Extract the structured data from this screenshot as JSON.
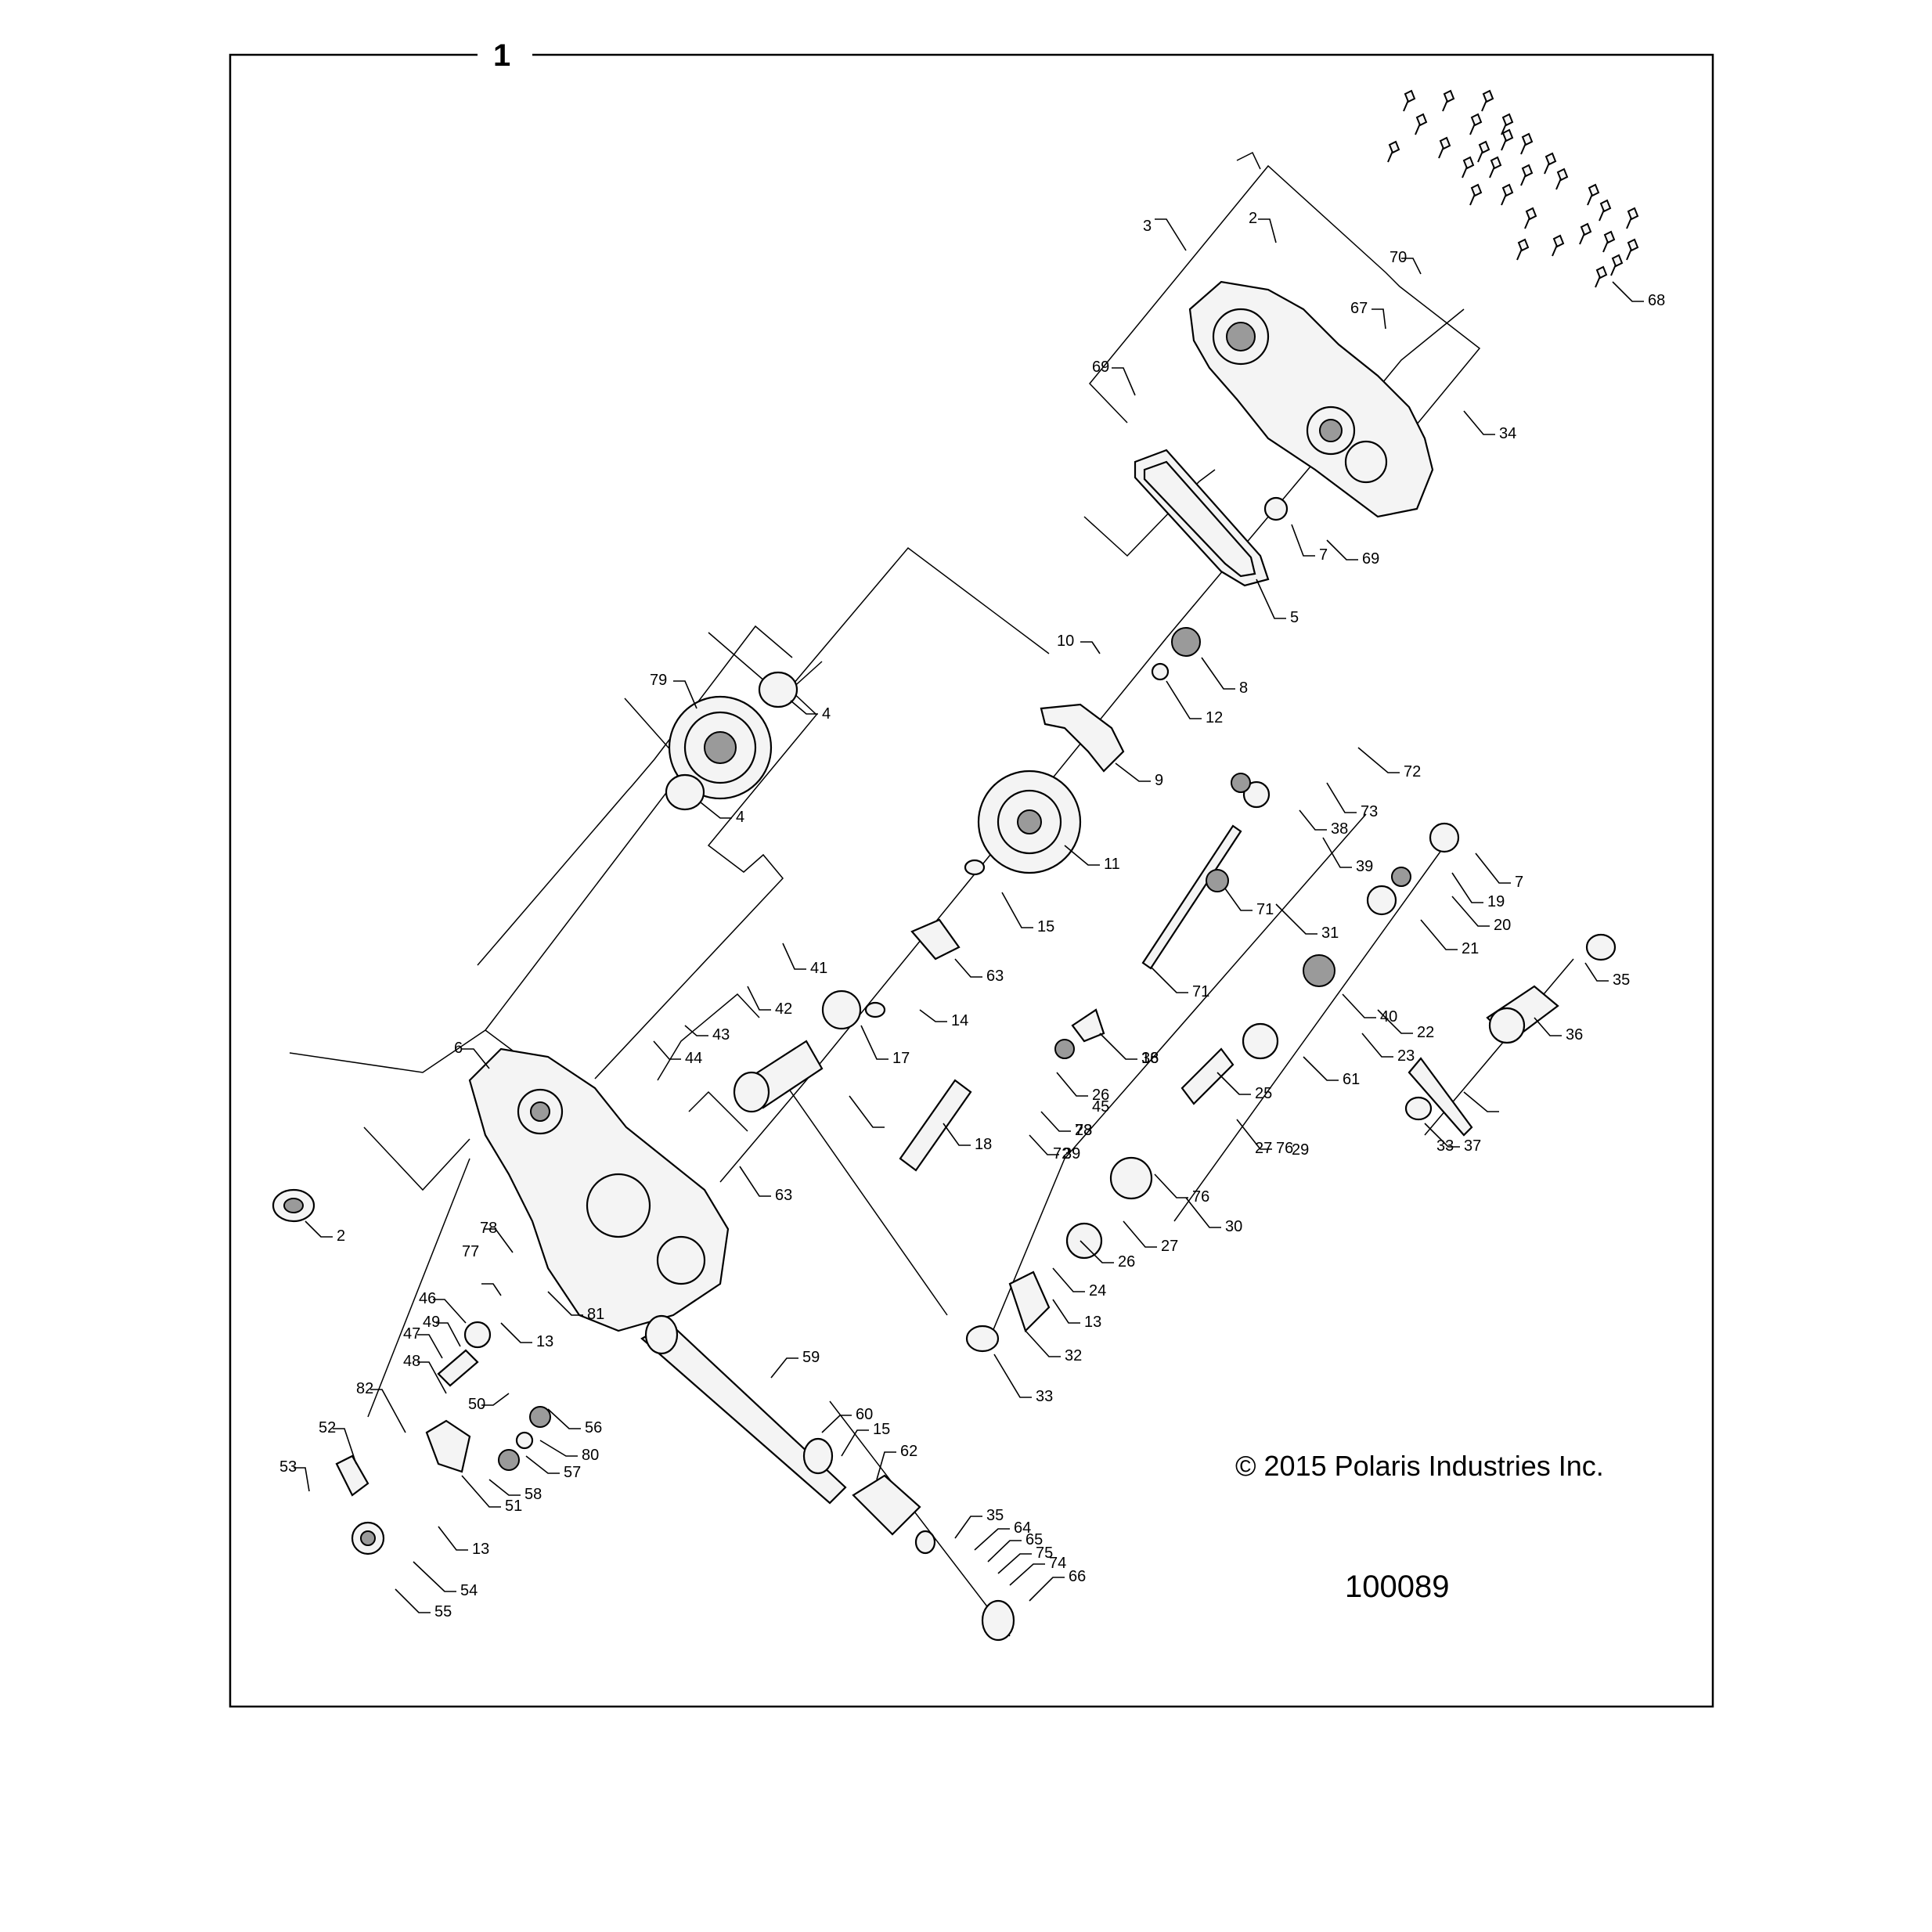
{
  "diagram": {
    "assembly_number": "1",
    "copyright": "© 2015 Polaris Industries Inc.",
    "reference_number": "100089",
    "colors": {
      "ink": "#000000",
      "paper": "#ffffff"
    },
    "callouts": [
      {
        "id": "c2a",
        "label": "2"
      },
      {
        "id": "c3",
        "label": "3"
      },
      {
        "id": "c70",
        "label": "70"
      },
      {
        "id": "c67",
        "label": "67"
      },
      {
        "id": "c68",
        "label": "68"
      },
      {
        "id": "c69a",
        "label": "69"
      },
      {
        "id": "c34",
        "label": "34"
      },
      {
        "id": "c69b",
        "label": "69"
      },
      {
        "id": "c7a",
        "label": "7"
      },
      {
        "id": "c5",
        "label": "5"
      },
      {
        "id": "c10",
        "label": "10"
      },
      {
        "id": "c8",
        "label": "8"
      },
      {
        "id": "c12",
        "label": "12"
      },
      {
        "id": "c79",
        "label": "79"
      },
      {
        "id": "c4a",
        "label": "4"
      },
      {
        "id": "c4b",
        "label": "4"
      },
      {
        "id": "c9",
        "label": "9"
      },
      {
        "id": "c72a",
        "label": "72"
      },
      {
        "id": "c73a",
        "label": "73"
      },
      {
        "id": "c39a",
        "label": "39"
      },
      {
        "id": "c11",
        "label": "11"
      },
      {
        "id": "c38a",
        "label": "38"
      },
      {
        "id": "c7b",
        "label": "7"
      },
      {
        "id": "c19",
        "label": "19"
      },
      {
        "id": "c20",
        "label": "20"
      },
      {
        "id": "c15a",
        "label": "15"
      },
      {
        "id": "c71a",
        "label": "71"
      },
      {
        "id": "c31",
        "label": "31"
      },
      {
        "id": "c21",
        "label": "21"
      },
      {
        "id": "c63a",
        "label": "63"
      },
      {
        "id": "c71b",
        "label": "71"
      },
      {
        "id": "c22",
        "label": "22"
      },
      {
        "id": "c23",
        "label": "23"
      },
      {
        "id": "c41",
        "label": "41"
      },
      {
        "id": "c14",
        "label": "14"
      },
      {
        "id": "c40",
        "label": "40"
      },
      {
        "id": "c35a",
        "label": "35"
      },
      {
        "id": "c61",
        "label": "61"
      },
      {
        "id": "c42",
        "label": "42"
      },
      {
        "id": "c16",
        "label": "16"
      },
      {
        "id": "c25",
        "label": "25"
      },
      {
        "id": "c36",
        "label": "36"
      },
      {
        "id": "c43",
        "label": "43"
      },
      {
        "id": "c26a",
        "label": "26"
      },
      {
        "id": "c6",
        "label": "6"
      },
      {
        "id": "c17",
        "label": "17"
      },
      {
        "id": "c44",
        "label": "44"
      },
      {
        "id": "c38b",
        "label": "38"
      },
      {
        "id": "c27a",
        "label": "27"
      },
      {
        "id": "c28",
        "label": "28"
      },
      {
        "id": "c39b",
        "label": "39"
      },
      {
        "id": "c37",
        "label": "37"
      },
      {
        "id": "c18",
        "label": "18"
      },
      {
        "id": "c76a",
        "label": "76"
      },
      {
        "id": "c73b",
        "label": "73"
      },
      {
        "id": "c45",
        "label": "45"
      },
      {
        "id": "c72b",
        "label": "72"
      },
      {
        "id": "c29",
        "label": "29"
      },
      {
        "id": "c33a",
        "label": "33"
      },
      {
        "id": "c63b",
        "label": "63"
      },
      {
        "id": "c76b",
        "label": "76"
      },
      {
        "id": "c30",
        "label": "30"
      },
      {
        "id": "c2b",
        "label": "2"
      },
      {
        "id": "c78",
        "label": "78"
      },
      {
        "id": "c27b",
        "label": "27"
      },
      {
        "id": "c77",
        "label": "77"
      },
      {
        "id": "c26b",
        "label": "26"
      },
      {
        "id": "c24",
        "label": "24"
      },
      {
        "id": "c46",
        "label": "46"
      },
      {
        "id": "c13a",
        "label": "13"
      },
      {
        "id": "c81",
        "label": "81"
      },
      {
        "id": "c13b",
        "label": "13"
      },
      {
        "id": "c49",
        "label": "49"
      },
      {
        "id": "c47",
        "label": "47"
      },
      {
        "id": "c32",
        "label": "32"
      },
      {
        "id": "c48",
        "label": "48"
      },
      {
        "id": "c59",
        "label": "59"
      },
      {
        "id": "c33b",
        "label": "33"
      },
      {
        "id": "c50",
        "label": "50"
      },
      {
        "id": "c82",
        "label": "82"
      },
      {
        "id": "c60",
        "label": "60"
      },
      {
        "id": "c15b",
        "label": "15"
      },
      {
        "id": "c56",
        "label": "56"
      },
      {
        "id": "c52",
        "label": "52"
      },
      {
        "id": "c80",
        "label": "80"
      },
      {
        "id": "c62",
        "label": "62"
      },
      {
        "id": "c57",
        "label": "57"
      },
      {
        "id": "c53",
        "label": "53"
      },
      {
        "id": "c58",
        "label": "58"
      },
      {
        "id": "c51",
        "label": "51"
      },
      {
        "id": "c35b",
        "label": "35"
      },
      {
        "id": "c64",
        "label": "64"
      },
      {
        "id": "c65",
        "label": "65"
      },
      {
        "id": "c13c",
        "label": "13"
      },
      {
        "id": "c75",
        "label": "75"
      },
      {
        "id": "c74",
        "label": "74"
      },
      {
        "id": "c66",
        "label": "66"
      },
      {
        "id": "c54",
        "label": "54"
      },
      {
        "id": "c55",
        "label": "55"
      }
    ]
  }
}
